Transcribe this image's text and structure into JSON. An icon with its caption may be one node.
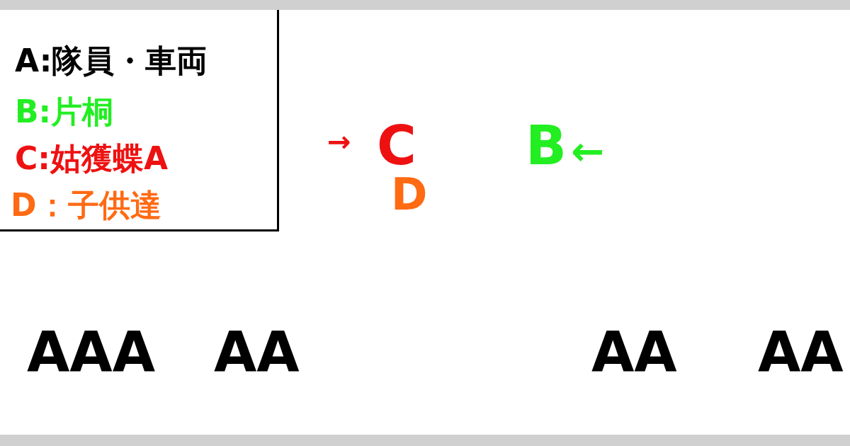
{
  "diagram": {
    "labels": [
      "→",
      "C",
      "B",
      "←",
      "D",
      "AAA",
      "AA",
      "AA",
      "AA"
    ],
    "legend": [
      {
        "text": "A:隊員・車両",
        "color": "#000000"
      },
      {
        "text": "B:片桐",
        "color": "#22ee22"
      },
      {
        "text": "C:姑獲蝶A",
        "color": "#ee1111"
      },
      {
        "text": "D：子供達",
        "color": "#ff6a13"
      }
    ]
  }
}
